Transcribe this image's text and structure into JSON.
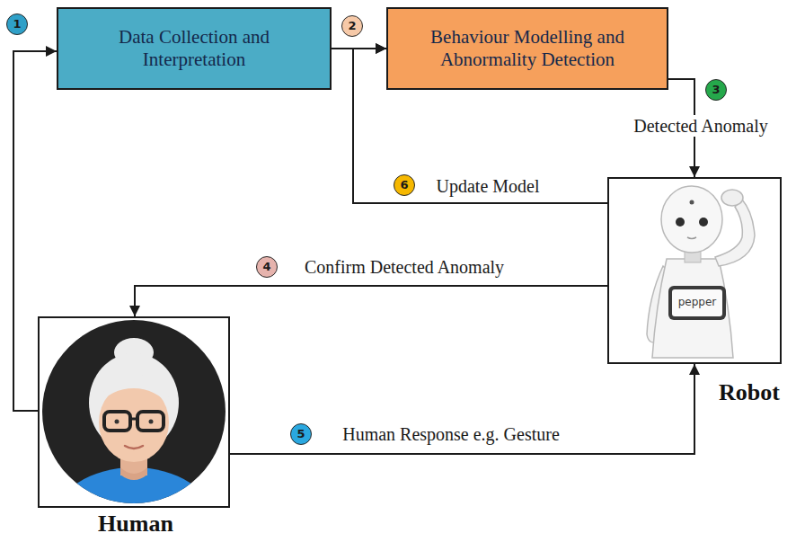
{
  "diagram": {
    "nodes": [
      {
        "text": [
          "Data Collection and Interpretation"
        ]
      },
      {
        "text": [
          "Behaviour Modelling and Abnormality Detection"
        ]
      },
      {
        "text": [
          "Robot"
        ]
      },
      {
        "text": [
          "Human"
        ]
      }
    ],
    "edges": [
      {
        "from": 3,
        "to": 0,
        "arrow": "to"
      },
      {
        "from": 0,
        "to": 1,
        "arrow": "to"
      },
      {
        "from": 1,
        "to": 2,
        "arrow": "to",
        "label": "Detected Anomaly"
      },
      {
        "from": 2,
        "to": 3,
        "arrow": "to",
        "label": "Confirm Detected Anomaly"
      },
      {
        "from": 3,
        "to": 2,
        "arrow": "to",
        "label": "Human Response e.g. Gesture"
      },
      {
        "from": 2,
        "to": 1,
        "arrow": "to",
        "label": "Update Model"
      }
    ],
    "labels": [
      "1",
      "2",
      "3",
      "4",
      "5",
      "6",
      "pepper"
    ]
  }
}
